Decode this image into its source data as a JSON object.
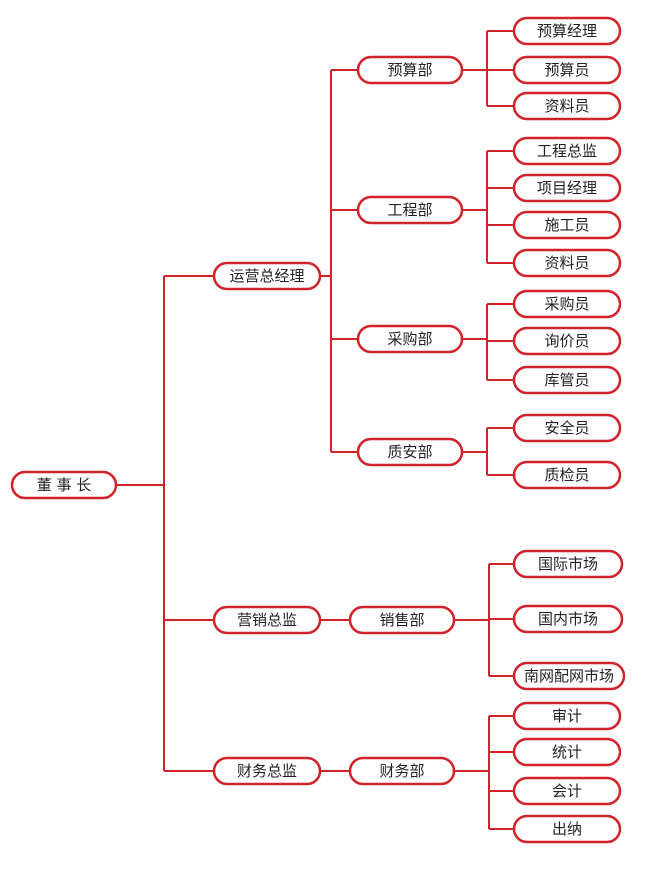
{
  "colors": {
    "line": "#d2232a",
    "text": "#222222",
    "background": "#ffffff"
  },
  "org_chart": {
    "root": {
      "label": "董 事 长"
    },
    "level1": [
      {
        "id": "ops",
        "label": "运营总经理"
      },
      {
        "id": "sales",
        "label": "营销总监"
      },
      {
        "id": "fin",
        "label": "财务总监"
      }
    ],
    "departments": [
      {
        "id": "budget",
        "parent": "ops",
        "label": "预算部"
      },
      {
        "id": "eng",
        "parent": "ops",
        "label": "工程部"
      },
      {
        "id": "purchase",
        "parent": "ops",
        "label": "采购部"
      },
      {
        "id": "quality",
        "parent": "ops",
        "label": "质安部"
      },
      {
        "id": "salesdep",
        "parent": "sales",
        "label": "销售部"
      },
      {
        "id": "findep",
        "parent": "fin",
        "label": "财务部"
      }
    ],
    "roles": [
      {
        "parent": "budget",
        "label": "预算经理"
      },
      {
        "parent": "budget",
        "label": "预算员"
      },
      {
        "parent": "budget",
        "label": "资料员"
      },
      {
        "parent": "eng",
        "label": "工程总监"
      },
      {
        "parent": "eng",
        "label": "项目经理"
      },
      {
        "parent": "eng",
        "label": "施工员"
      },
      {
        "parent": "eng",
        "label": "资料员"
      },
      {
        "parent": "purchase",
        "label": "采购员"
      },
      {
        "parent": "purchase",
        "label": "询价员"
      },
      {
        "parent": "purchase",
        "label": "库管员"
      },
      {
        "parent": "quality",
        "label": "安全员"
      },
      {
        "parent": "quality",
        "label": "质检员"
      },
      {
        "parent": "salesdep",
        "label": "国际市场"
      },
      {
        "parent": "salesdep",
        "label": "国内市场"
      },
      {
        "parent": "salesdep",
        "label": "南网配网市场"
      },
      {
        "parent": "findep",
        "label": "审计"
      },
      {
        "parent": "findep",
        "label": "统计"
      },
      {
        "parent": "findep",
        "label": "会计"
      },
      {
        "parent": "findep",
        "label": "出纳"
      }
    ]
  }
}
